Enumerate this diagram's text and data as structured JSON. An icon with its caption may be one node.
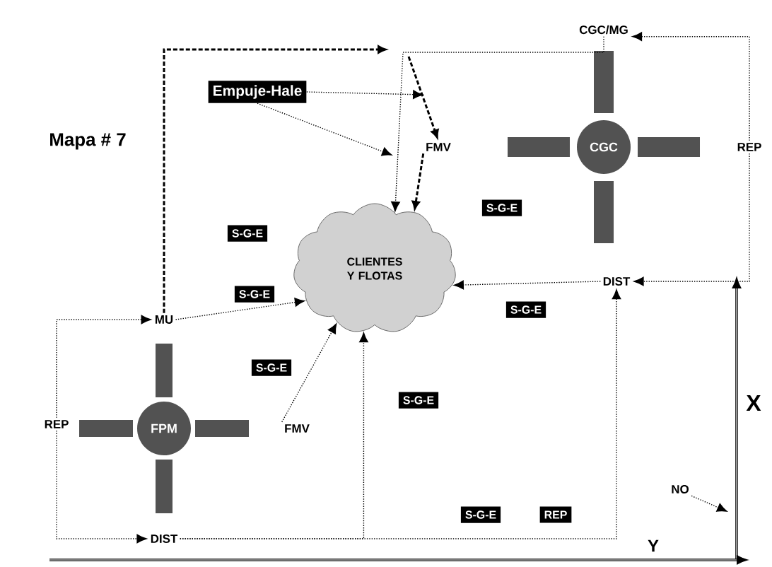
{
  "diagram": {
    "title": "Mapa # 7",
    "nodes": [
      {
        "text": [
          "CLIENTES Y FLOTAS"
        ]
      },
      {
        "text": [
          "CGC"
        ]
      },
      {
        "text": [
          "FPM"
        ]
      },
      {
        "text": [
          "CGC/MG"
        ]
      },
      {
        "text": [
          "FMV"
        ]
      },
      {
        "text": [
          "REP"
        ]
      },
      {
        "text": [
          "DIST"
        ]
      },
      {
        "text": [
          "MU"
        ]
      },
      {
        "text": [
          "REP"
        ]
      },
      {
        "text": [
          "FMV"
        ]
      },
      {
        "text": [
          "DIST"
        ]
      },
      {
        "text": [
          "Empuje-Hale"
        ]
      },
      {
        "text": [
          "NO"
        ]
      },
      {
        "text": [
          "S-G-E"
        ]
      },
      {
        "text": [
          "S-G-E"
        ]
      },
      {
        "text": [
          "S-G-E"
        ]
      },
      {
        "text": [
          "S-G-E"
        ]
      },
      {
        "text": [
          "S-G-E"
        ]
      },
      {
        "text": [
          "S-G-E"
        ]
      },
      {
        "text": [
          "S-G-E"
        ]
      },
      {
        "text": [
          "REP"
        ]
      }
    ],
    "edges": [
      {
        "from": 7,
        "to": 0,
        "arrow": "to"
      },
      {
        "from": 7,
        "to": null,
        "arrow": "to",
        "style": "dashed"
      },
      {
        "from": 3,
        "to": 0,
        "arrow": "to"
      },
      {
        "from": null,
        "to": 4,
        "arrow": "to",
        "style": "dashed"
      },
      {
        "from": 11,
        "to": null,
        "arrow": "to"
      },
      {
        "from": 11,
        "to": null,
        "arrow": "to"
      },
      {
        "from": 4,
        "to": 0,
        "arrow": "to",
        "style": "dashed"
      },
      {
        "from": 5,
        "to": 3,
        "arrow": "to"
      },
      {
        "from": 5,
        "to": 6,
        "arrow": "to"
      },
      {
        "from": 6,
        "to": 0,
        "arrow": "to"
      },
      {
        "from": 8,
        "to": 7,
        "arrow": "to"
      },
      {
        "from": 8,
        "to": 10,
        "arrow": "to"
      },
      {
        "from": 9,
        "to": 0,
        "arrow": "to"
      },
      {
        "from": 10,
        "to": 0,
        "arrow": "to"
      },
      {
        "from": 10,
        "to": 6,
        "arrow": "to"
      },
      {
        "from": 12,
        "to": null,
        "arrow": "to"
      }
    ],
    "labels": [
      "X",
      "Y"
    ]
  }
}
